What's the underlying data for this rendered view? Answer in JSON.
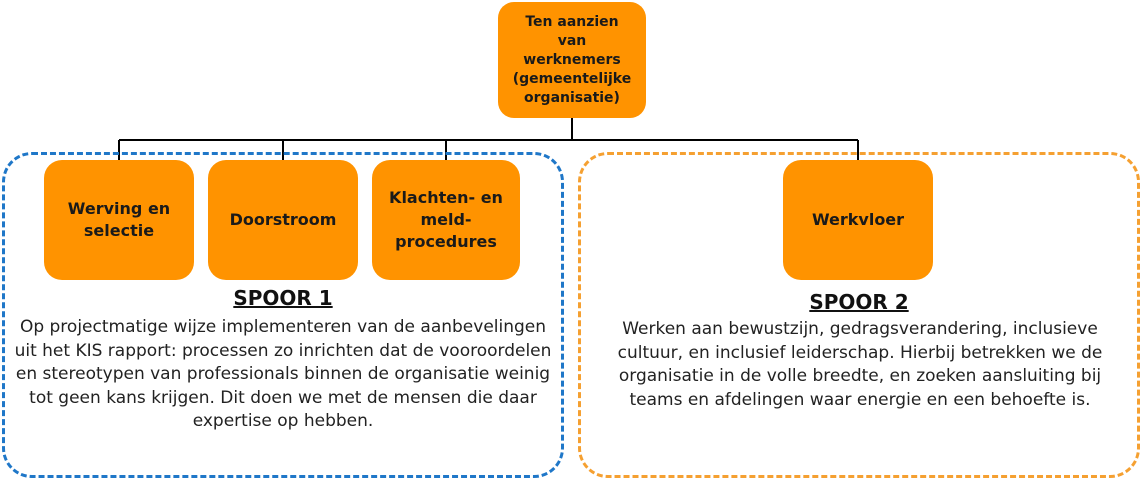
{
  "top": {
    "label_lines": [
      "Ten aanzien",
      "van",
      "werknemers",
      "(gemeentelijke",
      "organisatie)"
    ]
  },
  "children": [
    {
      "lines": [
        "Werving en",
        "selectie"
      ]
    },
    {
      "lines": [
        "Doorstroom"
      ]
    },
    {
      "lines": [
        "Klachten- en",
        "meld-",
        "procedures"
      ]
    },
    {
      "lines": [
        "Werkvloer"
      ]
    }
  ],
  "spoor1": {
    "title": "SPOOR 1",
    "description": "Op projectmatige wijze implementeren van de aanbevelingen uit het KIS rapport: processen zo inrichten dat de vooroordelen en stereotypen van professionals binnen de organisatie weinig tot geen kans krijgen. Dit doen we met de mensen die daar expertise op hebben."
  },
  "spoor2": {
    "title": "SPOOR 2",
    "description": "Werken aan bewustzijn, gedragsverandering, inclusieve cultuur, en inclusief leiderschap. Hierbij betrekken we de organisatie in de volle breedte, en zoeken aansluiting bij teams en afdelingen waar energie en een behoefte is."
  },
  "colors": {
    "node_fill": "#FF9300",
    "spoor1_border": "#1F77C8",
    "spoor2_border": "#F5A031",
    "connector": "#000000"
  }
}
